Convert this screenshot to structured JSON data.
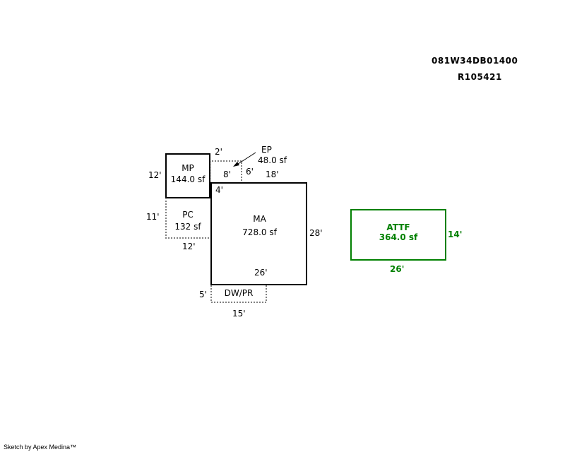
{
  "header": {
    "parcel_id": "081W34DB01400",
    "account_id": "R105421"
  },
  "areas": {
    "mp": {
      "code": "MP",
      "area": "144.0 sf",
      "dim_left": "12'"
    },
    "ep": {
      "code": "EP",
      "area": "48.0 sf",
      "dim_top": "2'",
      "dim_width": "8'",
      "dim_side": "6'"
    },
    "pc": {
      "code": "PC",
      "area": "132 sf",
      "dim_left": "11'",
      "dim_bottom": "12'"
    },
    "ma": {
      "code": "MA",
      "area": "728.0 sf",
      "dim_top": "18'",
      "dim_right": "28'",
      "dim_bottom": "26'",
      "dim_notch": "4'"
    },
    "dwpr": {
      "code": "DW/PR",
      "dim_left": "5'",
      "dim_bottom": "15'"
    },
    "attf": {
      "code": "ATTF",
      "area": "364.0 sf",
      "dim_right": "14'",
      "dim_bottom": "26'"
    }
  },
  "colors": {
    "line": "#000000",
    "dotted": "#808080",
    "attf": "#008000"
  },
  "footer": {
    "credit": "Sketch by Apex Medina™"
  }
}
